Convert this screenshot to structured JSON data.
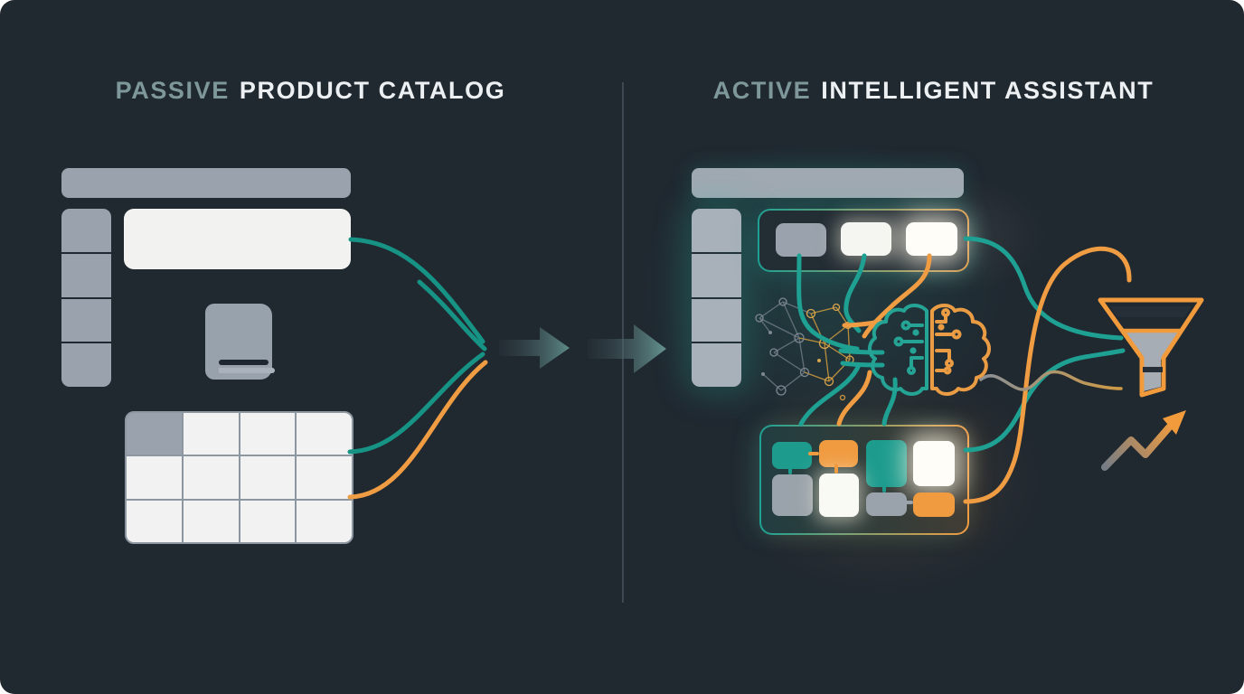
{
  "titles": {
    "left": {
      "accent": "PASSIVE",
      "rest": "PRODUCT CATALOG"
    },
    "right": {
      "accent": "ACTIVE",
      "rest": "INTELLIGENT ASSISTANT"
    }
  },
  "palette": {
    "background": "#202830",
    "teal": "#169384",
    "teal_bright": "#1ea093",
    "orange": "#f09c42",
    "grey_block": "#9aa3ad",
    "white_block": "#f2f3f1",
    "title_accent": "#7d979a",
    "title_main": "#edf0f2",
    "divider": "#6e7d8c",
    "arrow_fill": "#5d8a87"
  },
  "left_diagram": {
    "label": "passive product catalog mockup",
    "components": [
      "app-header-bar",
      "sidebar-rows",
      "content-card",
      "book-icon",
      "data-table-grid"
    ],
    "sidebar_rows": 4,
    "table": {
      "columns": 4,
      "rows": 3,
      "highlighted_cell": "row1-col1"
    },
    "output_wires": [
      "teal",
      "teal",
      "teal",
      "orange"
    ]
  },
  "flow": {
    "arrows": 2,
    "direction": "right"
  },
  "right_diagram": {
    "label": "active intelligent assistant mockup",
    "components": [
      "app-header-bar",
      "sidebar-rows",
      "feature-blocks-panel",
      "neural-network-graphic",
      "brain-circuit-icon",
      "workflow-grid-panel",
      "funnel-icon",
      "growth-arrow-icon"
    ],
    "sidebar_rows": 4,
    "feature_blocks": [
      "grey",
      "white-glow",
      "white-bright-glow"
    ],
    "brain_icon": {
      "left_half": "teal",
      "right_half": "orange"
    },
    "workflow_grid_row1": [
      "teal",
      "orange",
      "teal",
      "white"
    ],
    "workflow_grid_row2": [
      "grey",
      "white",
      "grey",
      "orange"
    ],
    "output_icons": [
      "funnel-icon",
      "growth-arrow-icon"
    ]
  }
}
